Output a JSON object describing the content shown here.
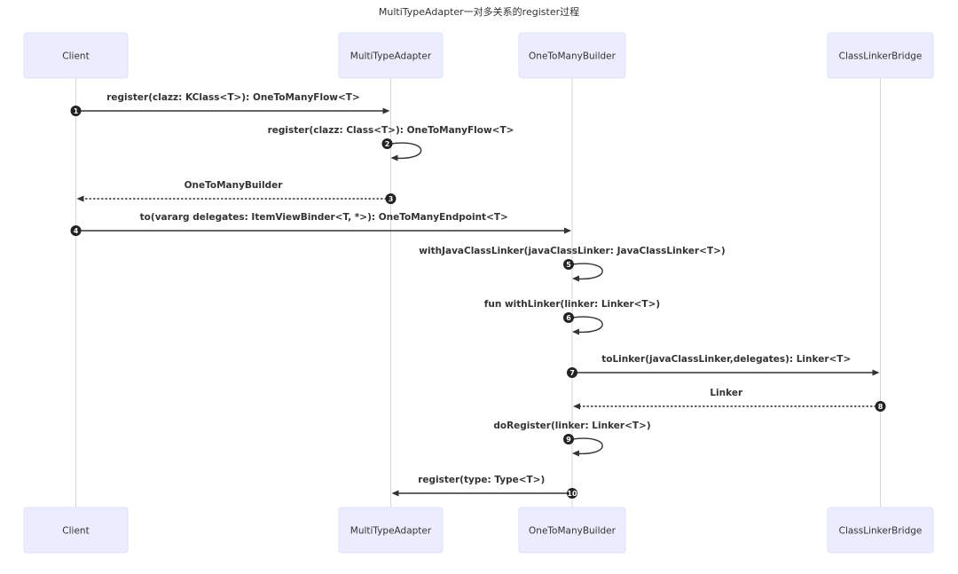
{
  "title": "MultiTypeAdapter一对多关系的register过程",
  "colors": {
    "actor_fill": "#ececff",
    "actor_border": "#e2e2f7",
    "line": "#333333",
    "lifeline": "#d6d6d6",
    "sequence_badge": "#222222"
  },
  "actors": [
    {
      "id": "client",
      "label": "Client"
    },
    {
      "id": "multitypeadapter",
      "label": "MultiTypeAdapter"
    },
    {
      "id": "onetomanybuilder",
      "label": "OneToManyBuilder"
    },
    {
      "id": "classlinkerbridge",
      "label": "ClassLinkerBridge"
    }
  ],
  "messages": [
    {
      "seq": "1",
      "from": "client",
      "to": "multitypeadapter",
      "style": "solid",
      "label": "register(clazz: KClass<T>): OneToManyFlow<T>"
    },
    {
      "seq": "2",
      "from": "multitypeadapter",
      "to": "multitypeadapter",
      "style": "solid",
      "label": "register(clazz: Class<T>): OneToManyFlow<T>"
    },
    {
      "seq": "3",
      "from": "multitypeadapter",
      "to": "client",
      "style": "dotted",
      "label": "OneToManyBuilder"
    },
    {
      "seq": "4",
      "from": "client",
      "to": "onetomanybuilder",
      "style": "solid",
      "label": "to(vararg delegates: ItemViewBinder<T, *>): OneToManyEndpoint<T>"
    },
    {
      "seq": "5",
      "from": "onetomanybuilder",
      "to": "onetomanybuilder",
      "style": "solid",
      "label": "withJavaClassLinker(javaClassLinker: JavaClassLinker<T>)"
    },
    {
      "seq": "6",
      "from": "onetomanybuilder",
      "to": "onetomanybuilder",
      "style": "solid",
      "label": "fun withLinker(linker: Linker<T>)"
    },
    {
      "seq": "7",
      "from": "onetomanybuilder",
      "to": "classlinkerbridge",
      "style": "solid",
      "label": "toLinker(javaClassLinker,delegates): Linker<T>"
    },
    {
      "seq": "8",
      "from": "classlinkerbridge",
      "to": "onetomanybuilder",
      "style": "dotted",
      "label": "Linker"
    },
    {
      "seq": "9",
      "from": "onetomanybuilder",
      "to": "onetomanybuilder",
      "style": "solid",
      "label": "doRegister(linker: Linker<T>)"
    },
    {
      "seq": "10",
      "from": "onetomanybuilder",
      "to": "multitypeadapter",
      "style": "solid",
      "label": "register(type: Type<T>)"
    }
  ]
}
